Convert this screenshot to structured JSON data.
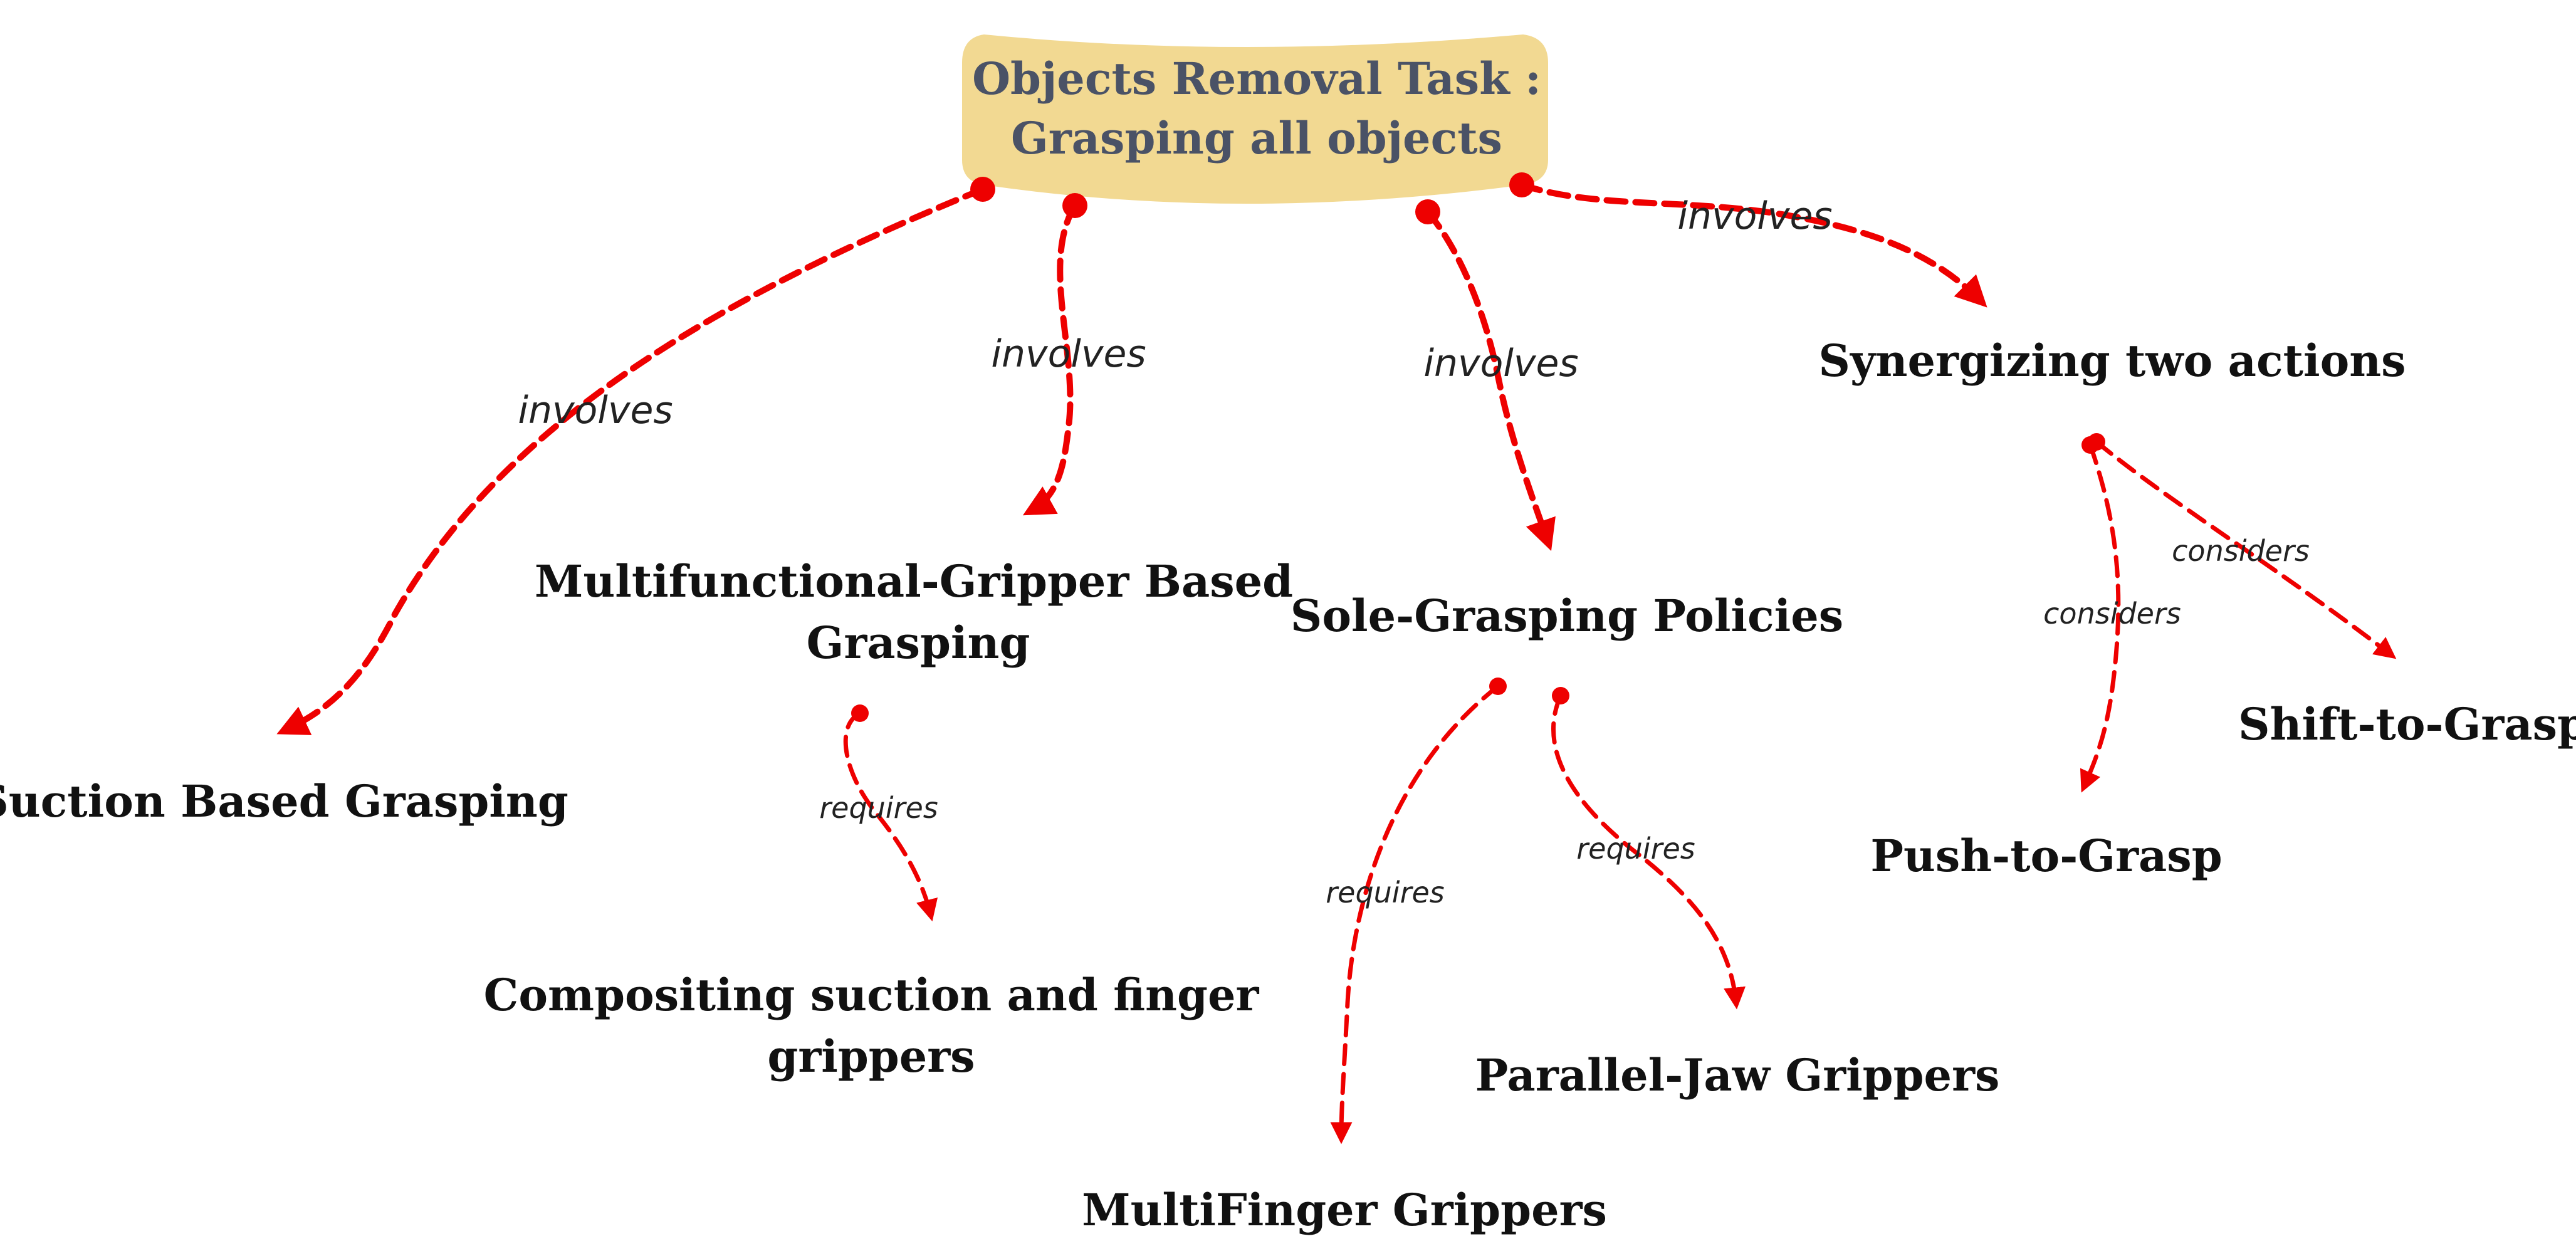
{
  "colors": {
    "edge": "#ee0000",
    "root_fill": "#f2d992",
    "root_text": "#4a5266",
    "node_text": "#111111",
    "label_text": "#222222"
  },
  "root": {
    "line1": "Objects Removal Task :",
    "line2": "Grasping all objects"
  },
  "nodes": {
    "suction": "Suction Based Grasping",
    "multifunctional_line1": "Multifunctional-Gripper Based",
    "multifunctional_line2": "Grasping",
    "compositing_line1": "Compositing  suction and finger",
    "compositing_line2": "grippers",
    "sole": "Sole-Grasping Policies",
    "multifinger": "MultiFinger Grippers",
    "parallel": "Parallel-Jaw Grippers",
    "synergizing": "Synergizing two actions",
    "push": "Push-to-Grasp",
    "shift": "Shift-to-Grasp"
  },
  "edge_labels": {
    "root_suction": "involves",
    "root_multifunctional": "involves",
    "root_sole": "involves",
    "root_synergizing": "involves",
    "multifunctional_compositing": "requires",
    "sole_multifinger": "requires",
    "sole_parallel": "requires",
    "synergizing_push": "considers",
    "synergizing_shift": "considers"
  }
}
